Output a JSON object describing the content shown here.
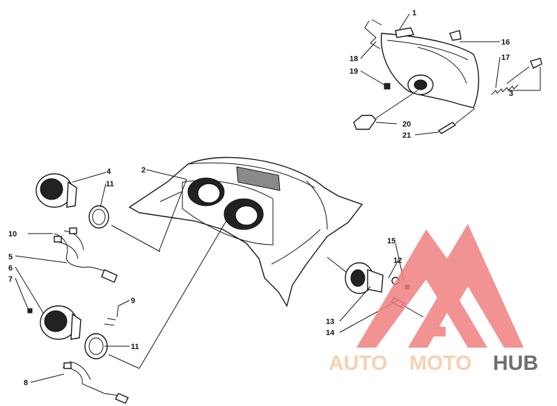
{
  "callouts": [
    {
      "id": "1",
      "text": "1"
    },
    {
      "id": "2",
      "text": "2"
    },
    {
      "id": "3",
      "text": "3"
    },
    {
      "id": "4",
      "text": "4"
    },
    {
      "id": "5",
      "text": "5"
    },
    {
      "id": "6",
      "text": "6"
    },
    {
      "id": "7",
      "text": "7"
    },
    {
      "id": "8",
      "text": "8"
    },
    {
      "id": "9",
      "text": "9"
    },
    {
      "id": "10",
      "text": "10"
    },
    {
      "id": "11a",
      "text": "11"
    },
    {
      "id": "11b",
      "text": "11"
    },
    {
      "id": "12",
      "text": "12"
    },
    {
      "id": "13",
      "text": "13"
    },
    {
      "id": "14",
      "text": "14"
    },
    {
      "id": "15",
      "text": "15"
    },
    {
      "id": "16",
      "text": "16"
    },
    {
      "id": "17",
      "text": "17"
    },
    {
      "id": "18",
      "text": "18"
    },
    {
      "id": "19",
      "text": "19"
    },
    {
      "id": "20",
      "text": "20"
    },
    {
      "id": "21",
      "text": "21"
    }
  ],
  "watermark": {
    "part1": "AUTO",
    "part2": "MOTO",
    "part3": "HUB",
    "color_light": "#f5c9a6",
    "color_dark": "#555555",
    "logo_color": "#f08080"
  }
}
